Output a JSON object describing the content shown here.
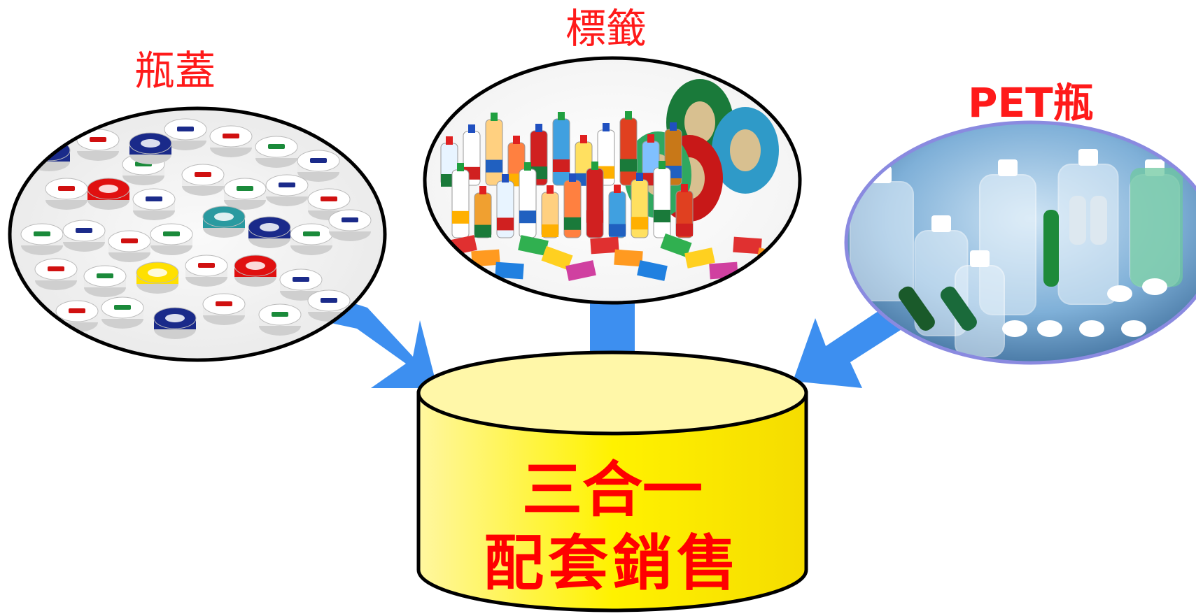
{
  "labels": {
    "caps": "瓶蓋",
    "label": "標籤",
    "pet": "PET瓶"
  },
  "center": {
    "line1": "三合一",
    "line2": "配套銷售"
  },
  "colors": {
    "label_text": "#ff1a1a",
    "center_text": "#ff0000",
    "arrow": "#3d8ff0",
    "cylinder_fill": "#fff200",
    "cylinder_outline": "#000000",
    "pet_ellipse_border": "#7b7bd8"
  },
  "images": {
    "caps": "bottle-caps-photo",
    "label": "labels-and-bottles-photo",
    "pet": "pet-bottles-and-preforms-photo"
  }
}
